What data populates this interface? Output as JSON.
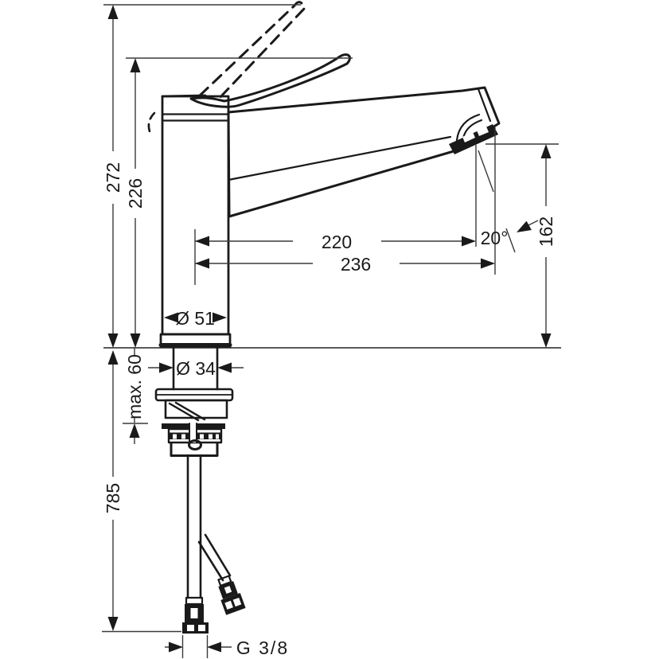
{
  "drawing": {
    "background": "#ffffff",
    "line_color": "#1a1a1a",
    "dimension_line_color": "#3a3a3a",
    "labels": {
      "overall_height": "272",
      "spout_top_height": "226",
      "reach_to_aerator": "220",
      "overall_reach": "236",
      "body_diameter": "Ø 51",
      "shank_diameter": "Ø 34",
      "max_counter_thickness": "max. 60",
      "hose_length": "785",
      "outlet_height": "162",
      "outlet_angle": "20°",
      "connection_thread": "G 3/8"
    }
  }
}
